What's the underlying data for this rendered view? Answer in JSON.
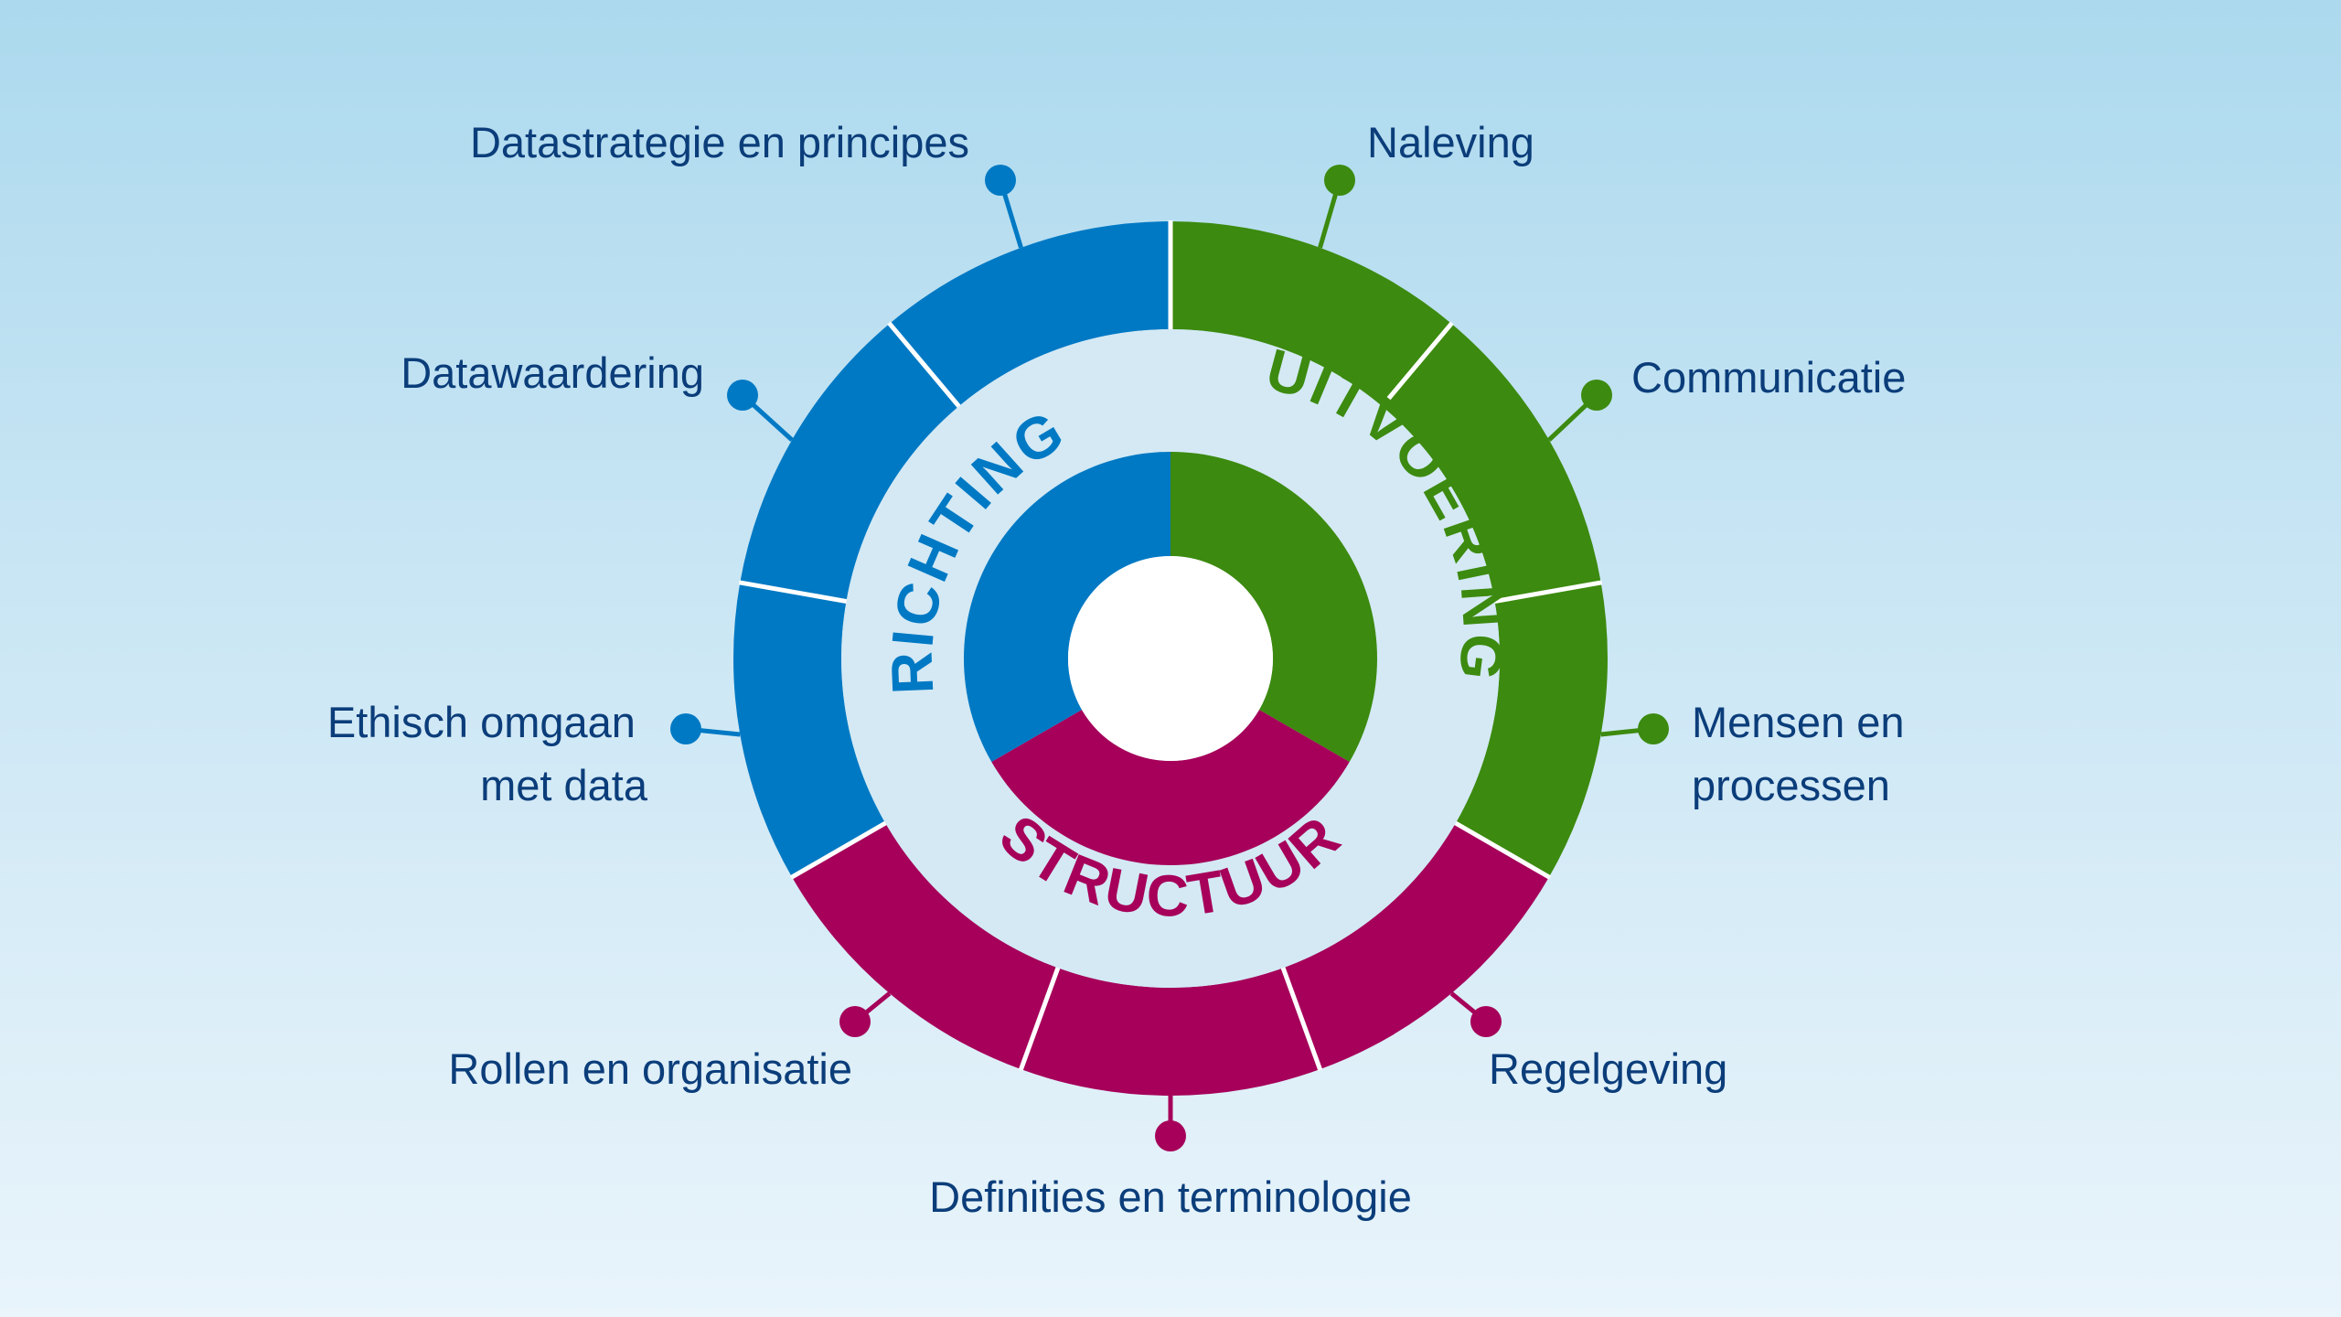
{
  "colors": {
    "richting": "#0079c4",
    "uitvoering": "#3c8a0f",
    "structuur": "#a6005a",
    "label_text": "#0b3d7a",
    "inner_ring_bg": "#d4e9f4"
  },
  "groups": {
    "richting": "RICHTING",
    "uitvoering": "UITVOERING",
    "structuur": "STRUCTUUR"
  },
  "topics": [
    {
      "label": "Naleving",
      "group": "uitvoering"
    },
    {
      "label": "Communicatie",
      "group": "uitvoering"
    },
    {
      "label": "Mensen en processen",
      "group": "uitvoering"
    },
    {
      "label": "Regelgeving",
      "group": "structuur"
    },
    {
      "label": "Definities en terminologie",
      "group": "structuur"
    },
    {
      "label": "Rollen en organisatie",
      "group": "structuur"
    },
    {
      "label": "Ethisch omgaan met data",
      "group": "richting"
    },
    {
      "label": "Datawaardering",
      "group": "richting"
    },
    {
      "label": "Datastrategie en principes",
      "group": "richting"
    }
  ]
}
